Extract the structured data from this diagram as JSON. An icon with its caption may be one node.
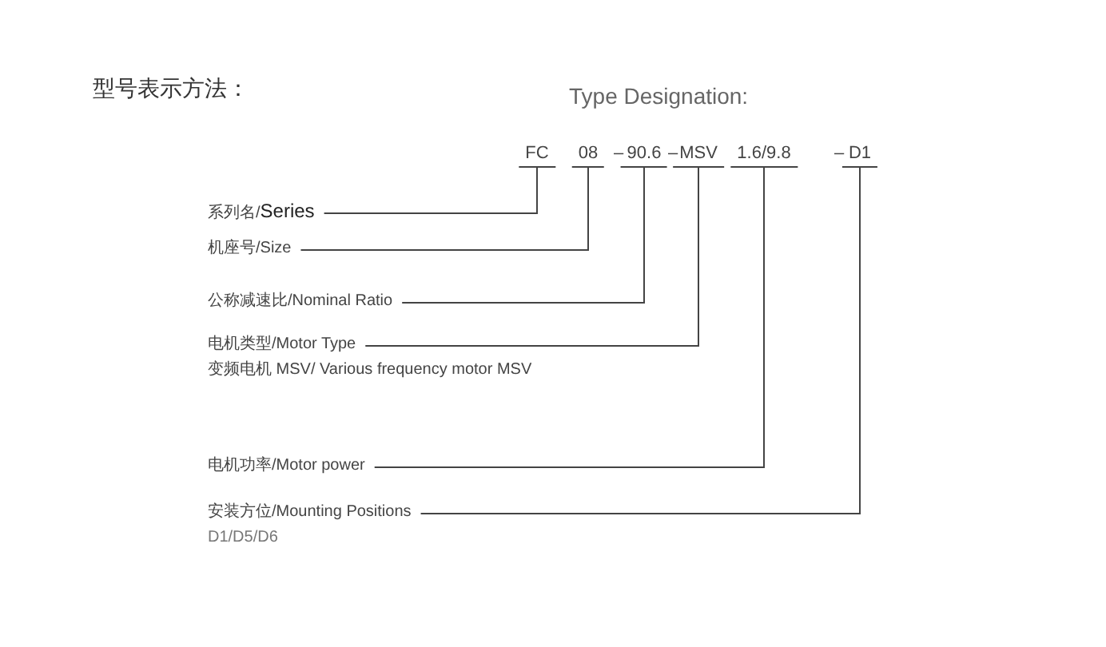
{
  "diagram": {
    "title": "型号表示方法：",
    "nodes": [
      {
        "text": [
          "FC"
        ]
      },
      {
        "text": [
          "08"
        ]
      },
      {
        "text": [
          "90.6"
        ]
      },
      {
        "text": [
          "MSV"
        ]
      },
      {
        "text": [
          "1.6/9.8"
        ]
      },
      {
        "text": [
          "D1"
        ]
      },
      {
        "text": [
          "系列名/**Series**"
        ]
      },
      {
        "text": [
          "机座号/Size"
        ]
      },
      {
        "text": [
          "公称减速比/Nominal Ratio"
        ]
      },
      {
        "text": [
          "电机类型/Motor Type"
        ],
        "beside": [
          "变频电机 MSV/ Various frequency motor MSV"
        ]
      },
      {
        "text": [
          "电机功率/Motor power"
        ]
      },
      {
        "text": [
          "安装方位/Mounting Positions"
        ],
        "beside": [
          "D1/D5/D6"
        ]
      }
    ],
    "edges": [
      {
        "from": 6,
        "to": 0,
        "arrow": "none"
      },
      {
        "from": 7,
        "to": 1,
        "arrow": "none"
      },
      {
        "from": 8,
        "to": 2,
        "arrow": "none"
      },
      {
        "from": 9,
        "to": 3,
        "arrow": "none"
      },
      {
        "from": 10,
        "to": 4,
        "arrow": "none"
      },
      {
        "from": 11,
        "to": 5,
        "arrow": "none"
      }
    ],
    "labels": [
      "Type Designation:",
      "–",
      "–",
      "–"
    ]
  }
}
